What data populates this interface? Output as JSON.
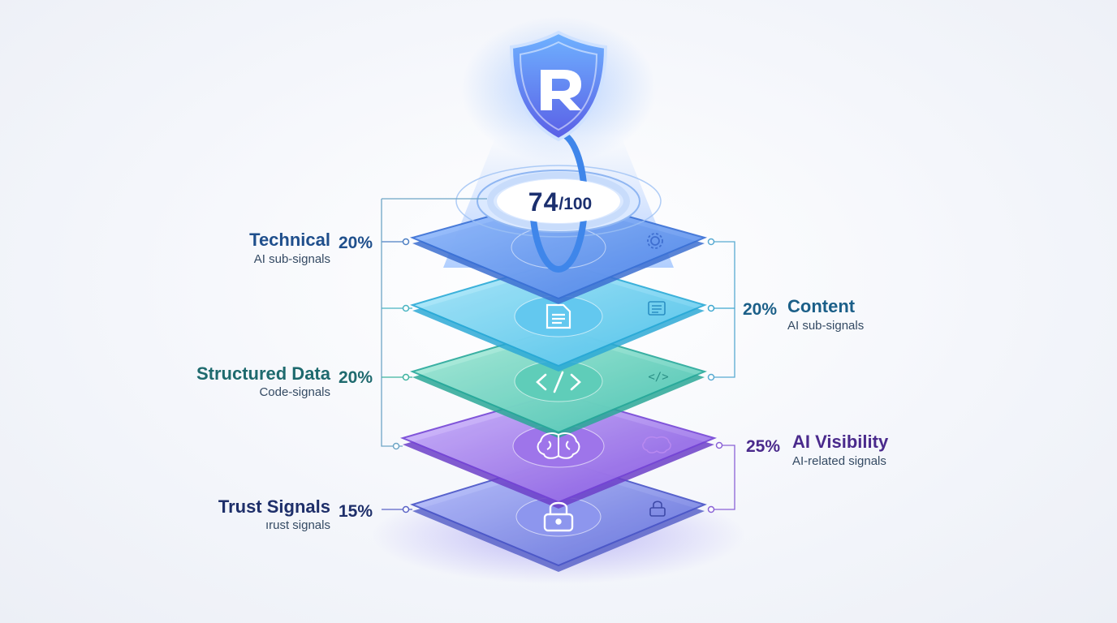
{
  "score": {
    "value": "74",
    "max": "/100",
    "fraction": 0.74
  },
  "logo": {
    "icon": "shield-r-logo-icon"
  },
  "layers": [
    {
      "key": "technical",
      "title": "Technical",
      "subtitle": "AI sub-signals",
      "percent": "20%",
      "side": "left",
      "icon": "gear-icon",
      "color": "#1f4f8c"
    },
    {
      "key": "content",
      "title": "Content",
      "subtitle": "AI sub-signals",
      "percent": "20%",
      "side": "right",
      "icon": "document-icon",
      "color": "#1b5f88"
    },
    {
      "key": "structured",
      "title": "Structured Data",
      "subtitle": "Code-signals",
      "percent": "20%",
      "side": "left",
      "icon": "code-icon",
      "color": "#1e6a6e"
    },
    {
      "key": "ai",
      "title": "AI Visibility",
      "subtitle": "AI-related signals",
      "percent": "25%",
      "side": "right",
      "icon": "brain-icon",
      "color": "#4a2a8c"
    },
    {
      "key": "trust",
      "title": "Trust Signals",
      "subtitle": "ırust signals",
      "percent": "15%",
      "side": "left",
      "icon": "lock-icon",
      "color": "#1e2f6a"
    }
  ],
  "colors": {
    "technical": "#3d7bd9",
    "content": "#38b7e0",
    "structured": "#37bfae",
    "ai": "#8b5be0",
    "trust": "#6470d6"
  }
}
